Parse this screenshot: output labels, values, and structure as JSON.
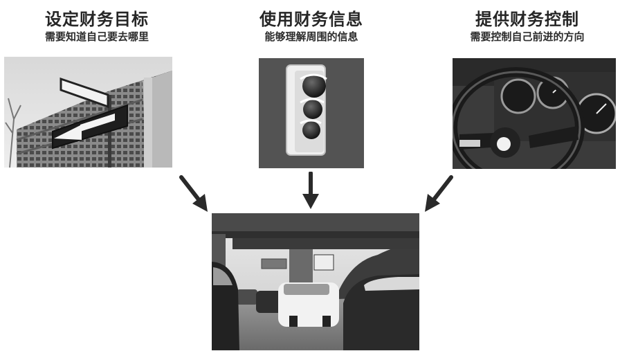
{
  "columns": [
    {
      "title": "设定财务目标",
      "subtitle": "需要知道自己要去哪里",
      "image": "one-way-arrow-sign-photo"
    },
    {
      "title": "使用财务信息",
      "subtitle": "能够理解周围的信息",
      "image": "traffic-light-photo"
    },
    {
      "title": "提供财务控制",
      "subtitle": "需要控制自己前进的方向",
      "image": "steering-wheel-photo"
    }
  ],
  "bottom_image": "highway-traffic-photo",
  "arrows": [
    "arrow-down-right-icon",
    "arrow-down-icon",
    "arrow-down-left-icon"
  ]
}
